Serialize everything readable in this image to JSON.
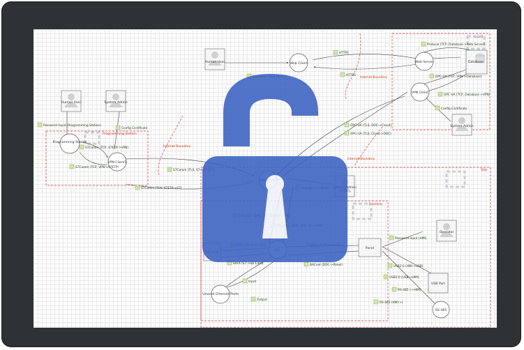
{
  "zones": {
    "cloud": "Cloud",
    "programming_station": "Programming Station",
    "site": "Site",
    "machine": "Machine"
  },
  "boundaries": {
    "internet_1": "Internet Boundary",
    "internet_2": "Internet Boundary",
    "internet_3": "Internet Boundary"
  },
  "nodes": {
    "human_user_top": "Human User",
    "web_client": "Web Client",
    "web_server": "Web Server",
    "database": "Database",
    "vpn_client_cloud": "VPN Client",
    "system_admin_cloud": "System Admin",
    "human_user_left": "Human User",
    "system_admin_left": "System Admin",
    "programming_station": "Programming Station",
    "vpn_client_left": "VPN Client1",
    "vpn_router": "VPN Router",
    "system_admin_site": "System Admin",
    "operator": "Operator",
    "panel": "Panel",
    "plc": "PLC",
    "sd_card": "SD Card",
    "unused_ports": "Unused Ethernet Ports",
    "usb_port": "USB Port",
    "rs485": "RS-485"
  },
  "flows": {
    "protocol_db": "Protocol (TCP, Database->Web Server)",
    "https_1": "HTTPS",
    "https_2": "HTTPS",
    "password_client": "Password Input (client)",
    "opcua_db": "OPC-UA (TCP, VPN->Database)",
    "opcua_vpn": "OPC-UA (TCP, Database->VPN)",
    "config_cert_cloud": "Config Certificate",
    "opcua_tls_cloud": "OPC-UA (TLS, DDC->Cloud)",
    "opcua_tls_ddc": "OPC-UA (TLS, Cloud->DDC)",
    "password_prog": "Password Input (Programming Station)",
    "config_cert_left": "Config Certificate",
    "s7comm_vpn": "S7Comm (TCP, S7ETP->VPN)",
    "s7comm_s7": "S7Comm (TCP, VPN->S7ETP)",
    "s7comm_tls_1": "S7Comm (TLS, S7->S7-ETP)",
    "s7comm_tls_2": "S7Comm (TLS, S7ETP->S7)",
    "manage_cert": "Manage Certificate",
    "s7comm_plc_1": "S7Comm (DDC, TCP, S7ETP->VPN)",
    "s7comm_plc_2": "S7Comm (DDC, TCP, S7->VPN)",
    "sata_1": "SATA (SD Card->S7)",
    "sata_2": "SATA (S7->SD Card)",
    "bacnet_1": "BACnet (Panel->DDC)",
    "bacnet_2": "BACnet (DDC->Panel)",
    "password_hmi": "Password Input (HMI)",
    "usb_1": "USB2.0 (HMI->USB)",
    "usb_2": "USB2.0 (USB->HMI)",
    "rs485_1": "RS-485 (->HMI)",
    "rs485_2": "RS-485 (HMI->)",
    "input": "Input",
    "output": "Output"
  },
  "overlay": {
    "icon": "open-padlock-icon",
    "color": "#3a62c2"
  },
  "colors": {
    "frame": "#2f3235",
    "flow_fill": "#d6e9b6",
    "zone_stroke": "#e03030",
    "boundary": "#e03030"
  }
}
